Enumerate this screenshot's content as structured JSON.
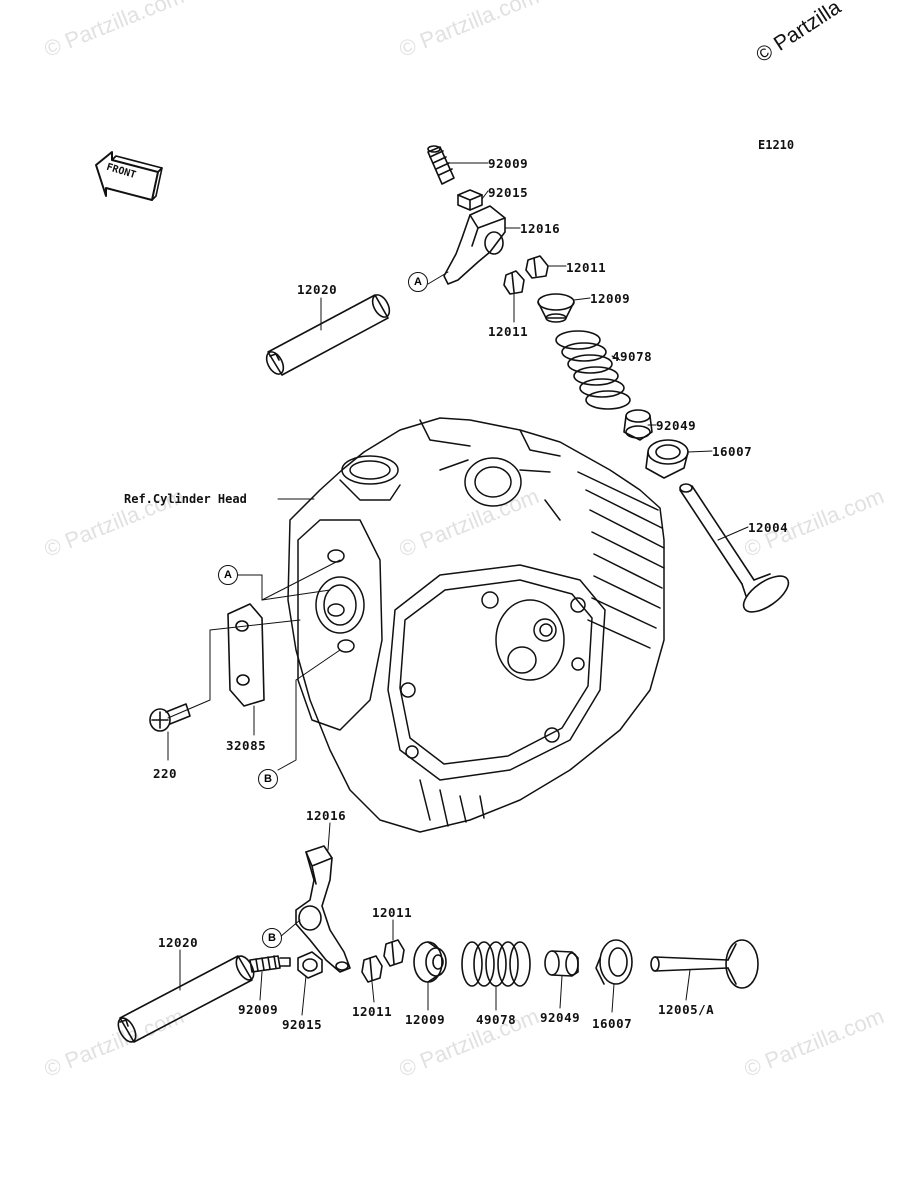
{
  "corner_mark": "© Partzilla",
  "watermark_text": "© Partzilla.com",
  "diagram_code": "E1210",
  "front_label": "FRONT",
  "ref_label": "Ref.Cylinder Head",
  "refs": {
    "A": "A",
    "B": "B"
  },
  "parts_top": {
    "p92009": "92009",
    "p92015": "92015",
    "p12016": "12016",
    "p12011a": "12011",
    "p12009": "12009",
    "p12011b": "12011",
    "p12020": "12020",
    "p49078": "49078",
    "p92049": "92049",
    "p16007": "16007",
    "p12004": "12004",
    "p32085": "32085",
    "p220": "220"
  },
  "parts_bottom": {
    "p12016": "12016",
    "p12011a": "12011",
    "p12020": "12020",
    "p92009": "92009",
    "p92015": "92015",
    "p12011b": "12011",
    "p12009": "12009",
    "p49078": "49078",
    "p92049": "92049",
    "p16007": "16007",
    "p12005": "12005/A"
  },
  "colors": {
    "ink": "#111111",
    "watermark": "#aaaaaa"
  }
}
